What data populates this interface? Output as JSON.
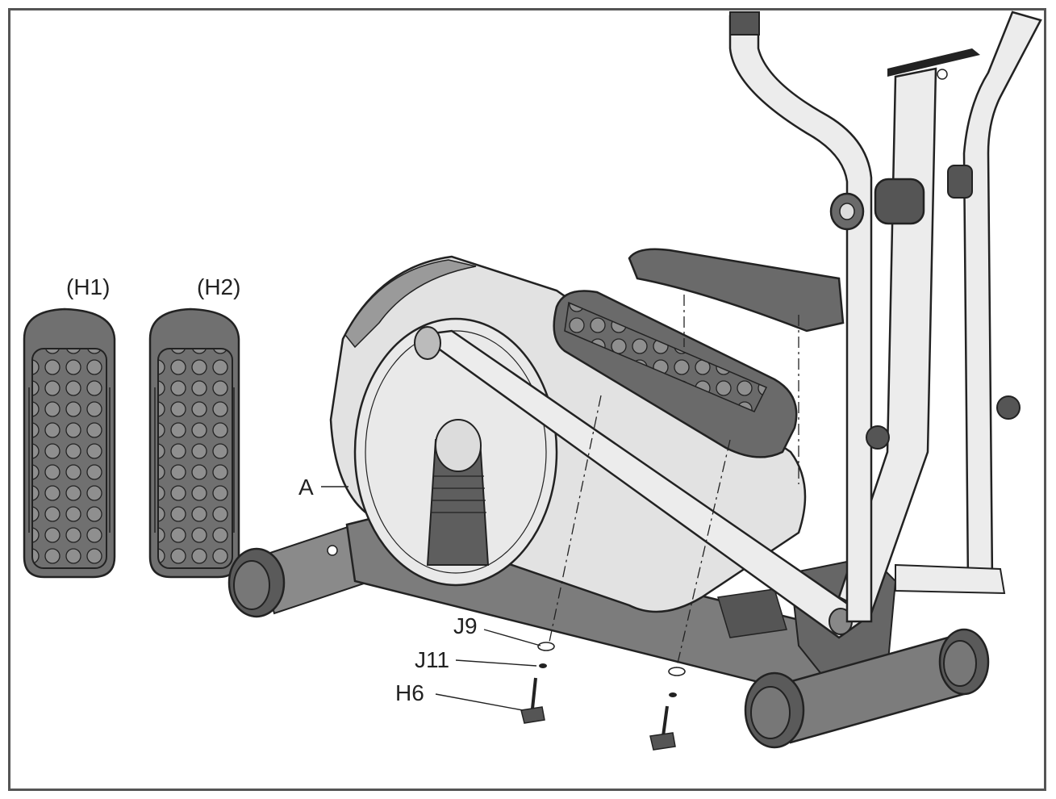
{
  "labels": {
    "h1": "(H1)",
    "h2": "(H2)",
    "a": "A",
    "j9": "J9",
    "j11": "J11",
    "h6": "H6"
  },
  "colors": {
    "dark_gray": "#6e6e6e",
    "mid_gray": "#a0a0a0",
    "light_gray": "#e4e4e4",
    "line": "#222222"
  }
}
